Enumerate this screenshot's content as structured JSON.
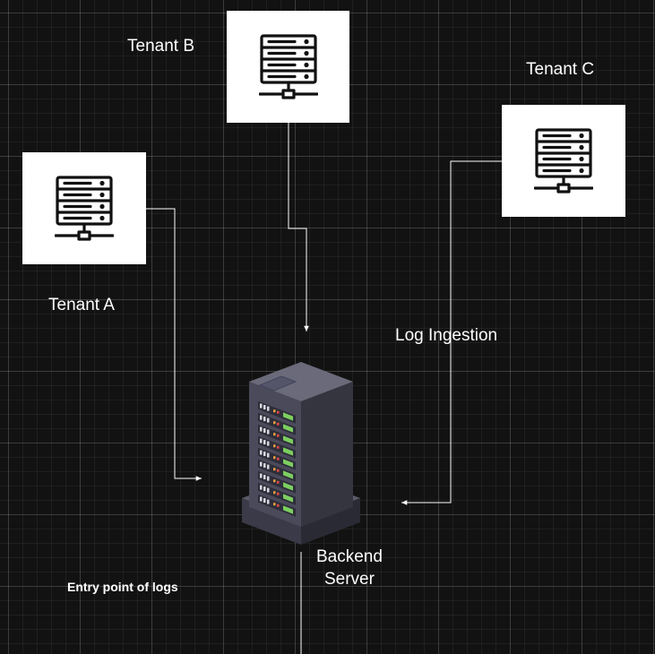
{
  "nodes": {
    "tenant_a": {
      "label": "Tenant A",
      "icon": "server-rack-icon"
    },
    "tenant_b": {
      "label": "Tenant B",
      "icon": "server-rack-icon"
    },
    "tenant_c": {
      "label": "Tenant C",
      "icon": "server-rack-icon"
    },
    "backend": {
      "label_line1": "Backend",
      "label_line2": "Server",
      "icon": "isometric-server-tower-icon"
    }
  },
  "edge_labels": {
    "log_ingestion": "Log Ingestion"
  },
  "notes": {
    "entry_point": "Entry point of logs"
  },
  "edges": [
    {
      "from": "tenant_a",
      "to": "backend"
    },
    {
      "from": "tenant_b",
      "to": "backend"
    },
    {
      "from": "tenant_c",
      "to": "backend"
    },
    {
      "from": "backend",
      "to": ""
    }
  ],
  "colors": {
    "canvas": "#121212",
    "node_fill": "#ffffff",
    "connector": "#ffffff",
    "tower_body": "#4a4a5a",
    "led_green": "#7ccf5f",
    "led_orange": "#f0a040",
    "led_red": "#e04848"
  }
}
